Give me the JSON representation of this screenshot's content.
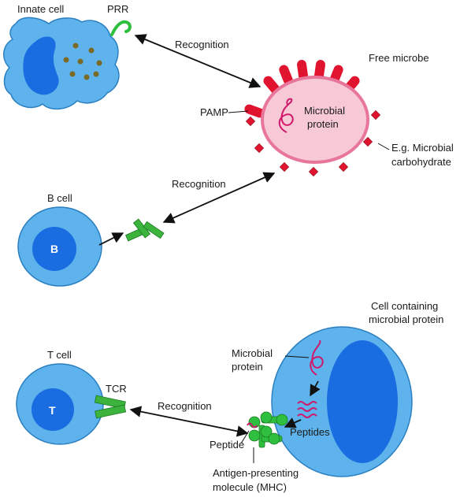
{
  "colors": {
    "cell_fill": "#5eb3ec",
    "cell_stroke": "#2b7fc1",
    "nucleus_fill": "#1a6de0",
    "granule": "#7a6a25",
    "prr_green": "#2fbf3e",
    "antibody_green": "#3cb33c",
    "microbe_fill": "#f7c8d6",
    "microbe_stroke": "#e8769a",
    "pamp_red": "#e0142e",
    "protein_magenta": "#d0186b",
    "arrow": "#111111"
  },
  "labels": {
    "innate_cell": "Innate cell",
    "prr": "PRR",
    "recognition_top": "Recognition",
    "free_microbe": "Free microbe",
    "pamp": "PAMP",
    "microbial_protein_1": "Microbial",
    "microbial_protein_2": "protein",
    "carbohydrate_1": "E.g. Microbial",
    "carbohydrate_2": "carbohydrate",
    "recognition_mid": "Recognition",
    "b_cell": "B cell",
    "b_letter": "B",
    "cell_containing_1": "Cell containing",
    "cell_containing_2": "microbial protein",
    "t_cell": "T cell",
    "t_letter": "T",
    "tcr": "TCR",
    "recognition_bottom": "Recognition",
    "inner_protein_1": "Microbial",
    "inner_protein_2": "protein",
    "peptides": "Peptides",
    "peptide": "Peptide",
    "apm_1": "Antigen-presenting",
    "apm_2": "molecule (MHC)"
  }
}
